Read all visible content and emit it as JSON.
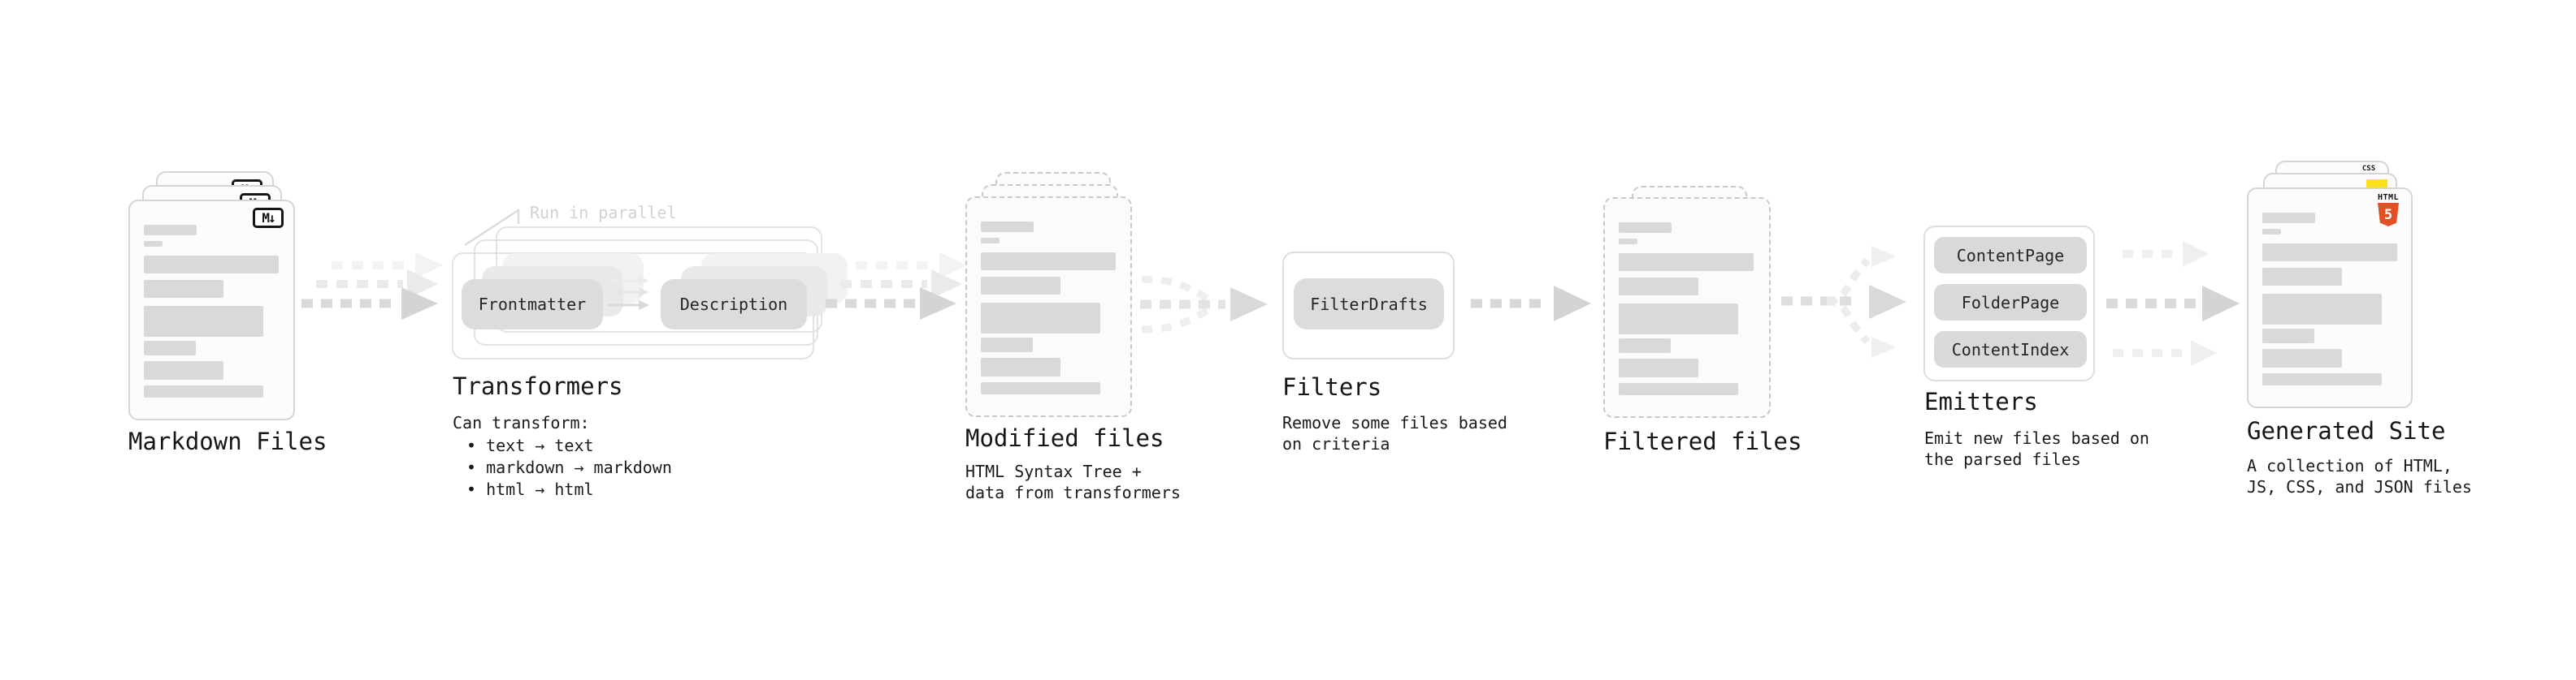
{
  "nodes": {
    "markdown": {
      "label": "Markdown Files",
      "badge": "M↓"
    },
    "transformers": {
      "label": "Transformers",
      "annotation": "Run in parallel",
      "pill_frontmatter": "Frontmatter",
      "pill_description": "Description",
      "desc_heading": "Can transform:",
      "bullets": "• text → text\n• markdown → markdown\n• html → html"
    },
    "modified": {
      "label": "Modified files",
      "desc": "HTML Syntax Tree +\ndata from transformers"
    },
    "filters": {
      "label": "Filters",
      "pill": "FilterDrafts",
      "desc": "Remove some files based\non criteria"
    },
    "filtered": {
      "label": "Filtered files"
    },
    "emitters": {
      "label": "Emitters",
      "pill_1": "ContentPage",
      "pill_2": "FolderPage",
      "pill_3": "ContentIndex",
      "desc": "Emit new files based on\nthe parsed files"
    },
    "generated": {
      "label": "Generated Site",
      "desc": "A collection of HTML,\nJS, CSS, and JSON files",
      "badge_css": "CSS",
      "badge_html": "HTML",
      "badge_html5": "5"
    }
  },
  "colors": {
    "bar_gray": "#d9d9d9",
    "pill_gray": "#dcdcdc",
    "js_yellow": "#ffdf1b",
    "css_blue": "#2b62f6",
    "html_orange": "#e34f26"
  }
}
